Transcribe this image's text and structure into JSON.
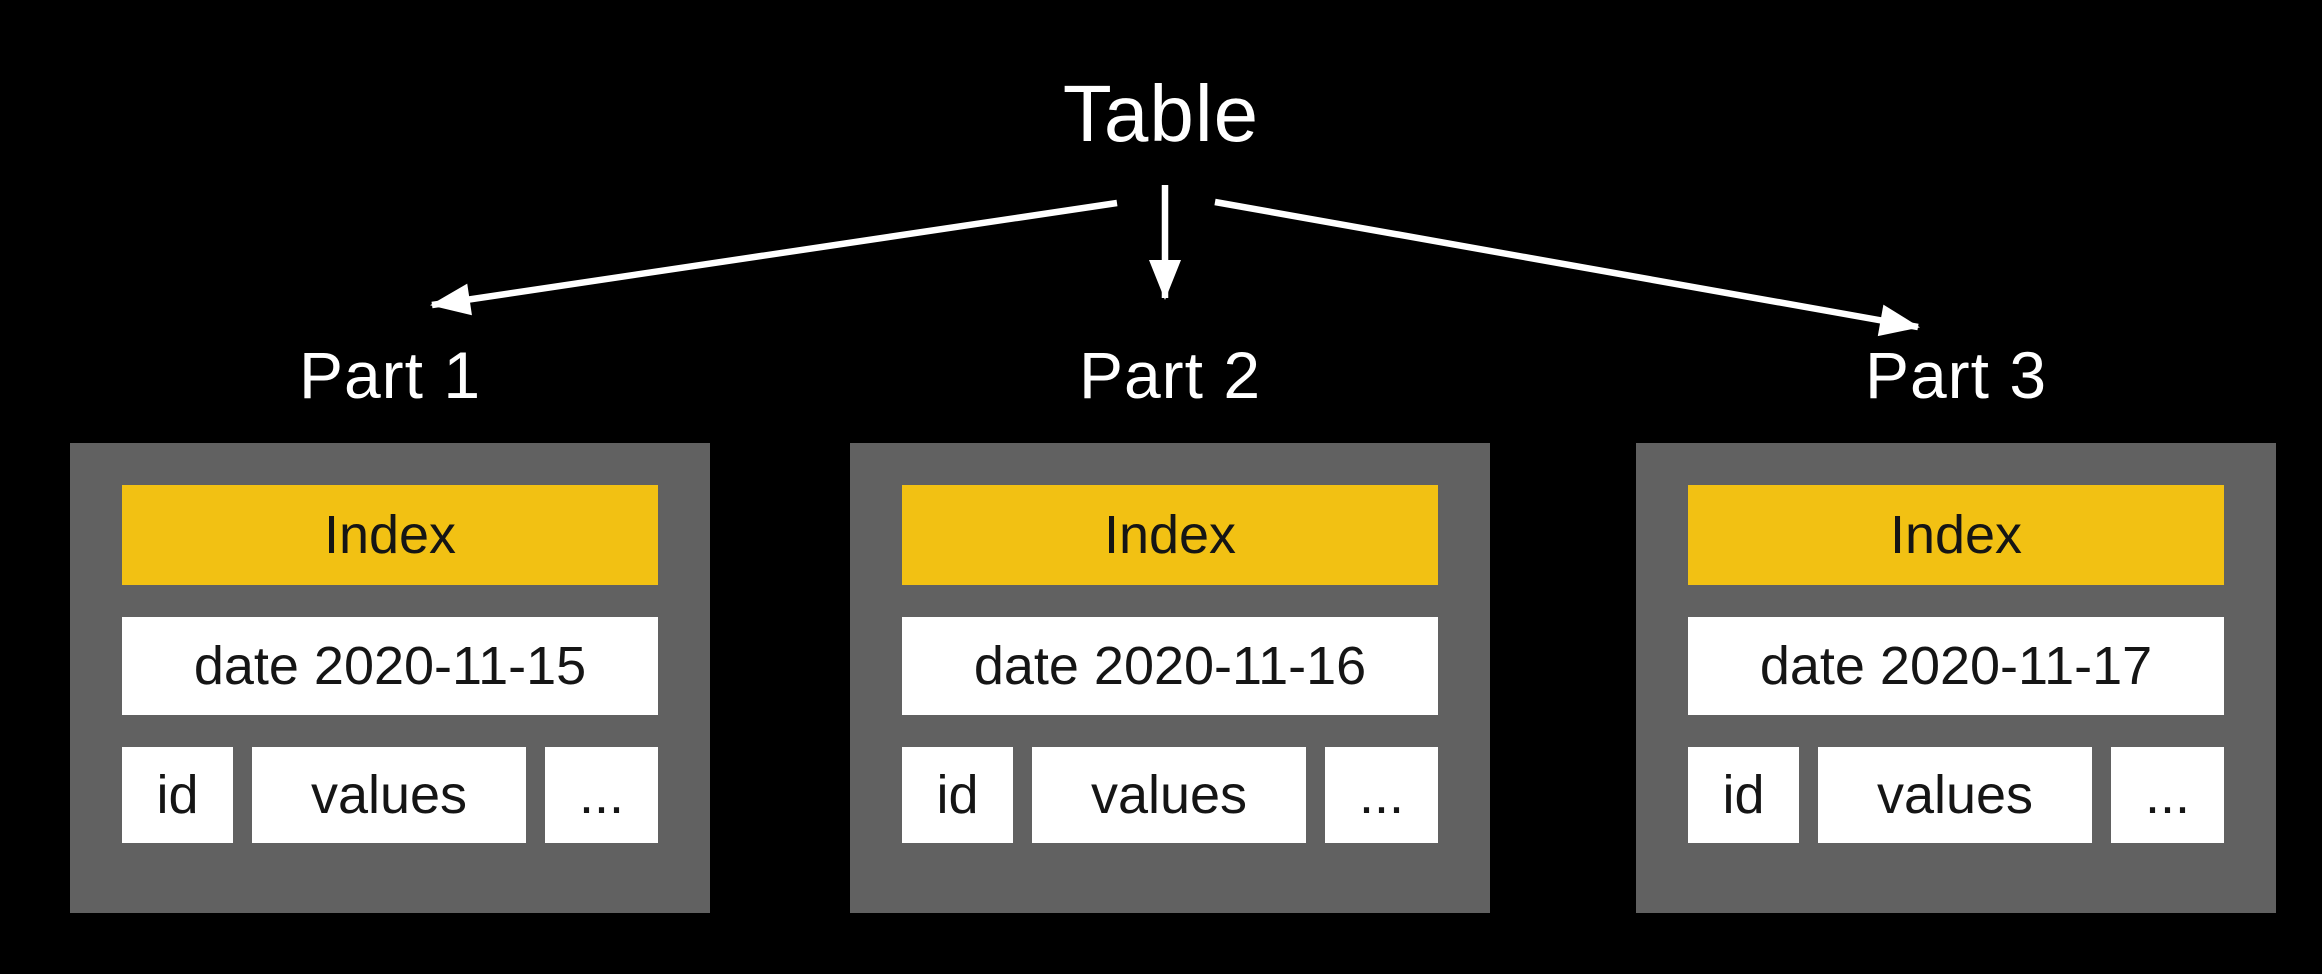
{
  "title": "Table",
  "colors": {
    "background": "#000000",
    "card_fill": "#616161",
    "index_fill": "#F2C113",
    "cell_fill": "#FFFFFF",
    "text_on_card": "#151515",
    "label_text": "#FFFFFF",
    "arrow": "#FFFFFF"
  },
  "partitions": [
    {
      "label": "Part 1",
      "index_label": "Index",
      "date": "date 2020-11-15",
      "columns": [
        "id",
        "values",
        "..."
      ]
    },
    {
      "label": "Part 2",
      "index_label": "Index",
      "date": "date 2020-11-16",
      "columns": [
        "id",
        "values",
        "..."
      ]
    },
    {
      "label": "Part 3",
      "index_label": "Index",
      "date": "date 2020-11-17",
      "columns": [
        "id",
        "values",
        "..."
      ]
    }
  ]
}
